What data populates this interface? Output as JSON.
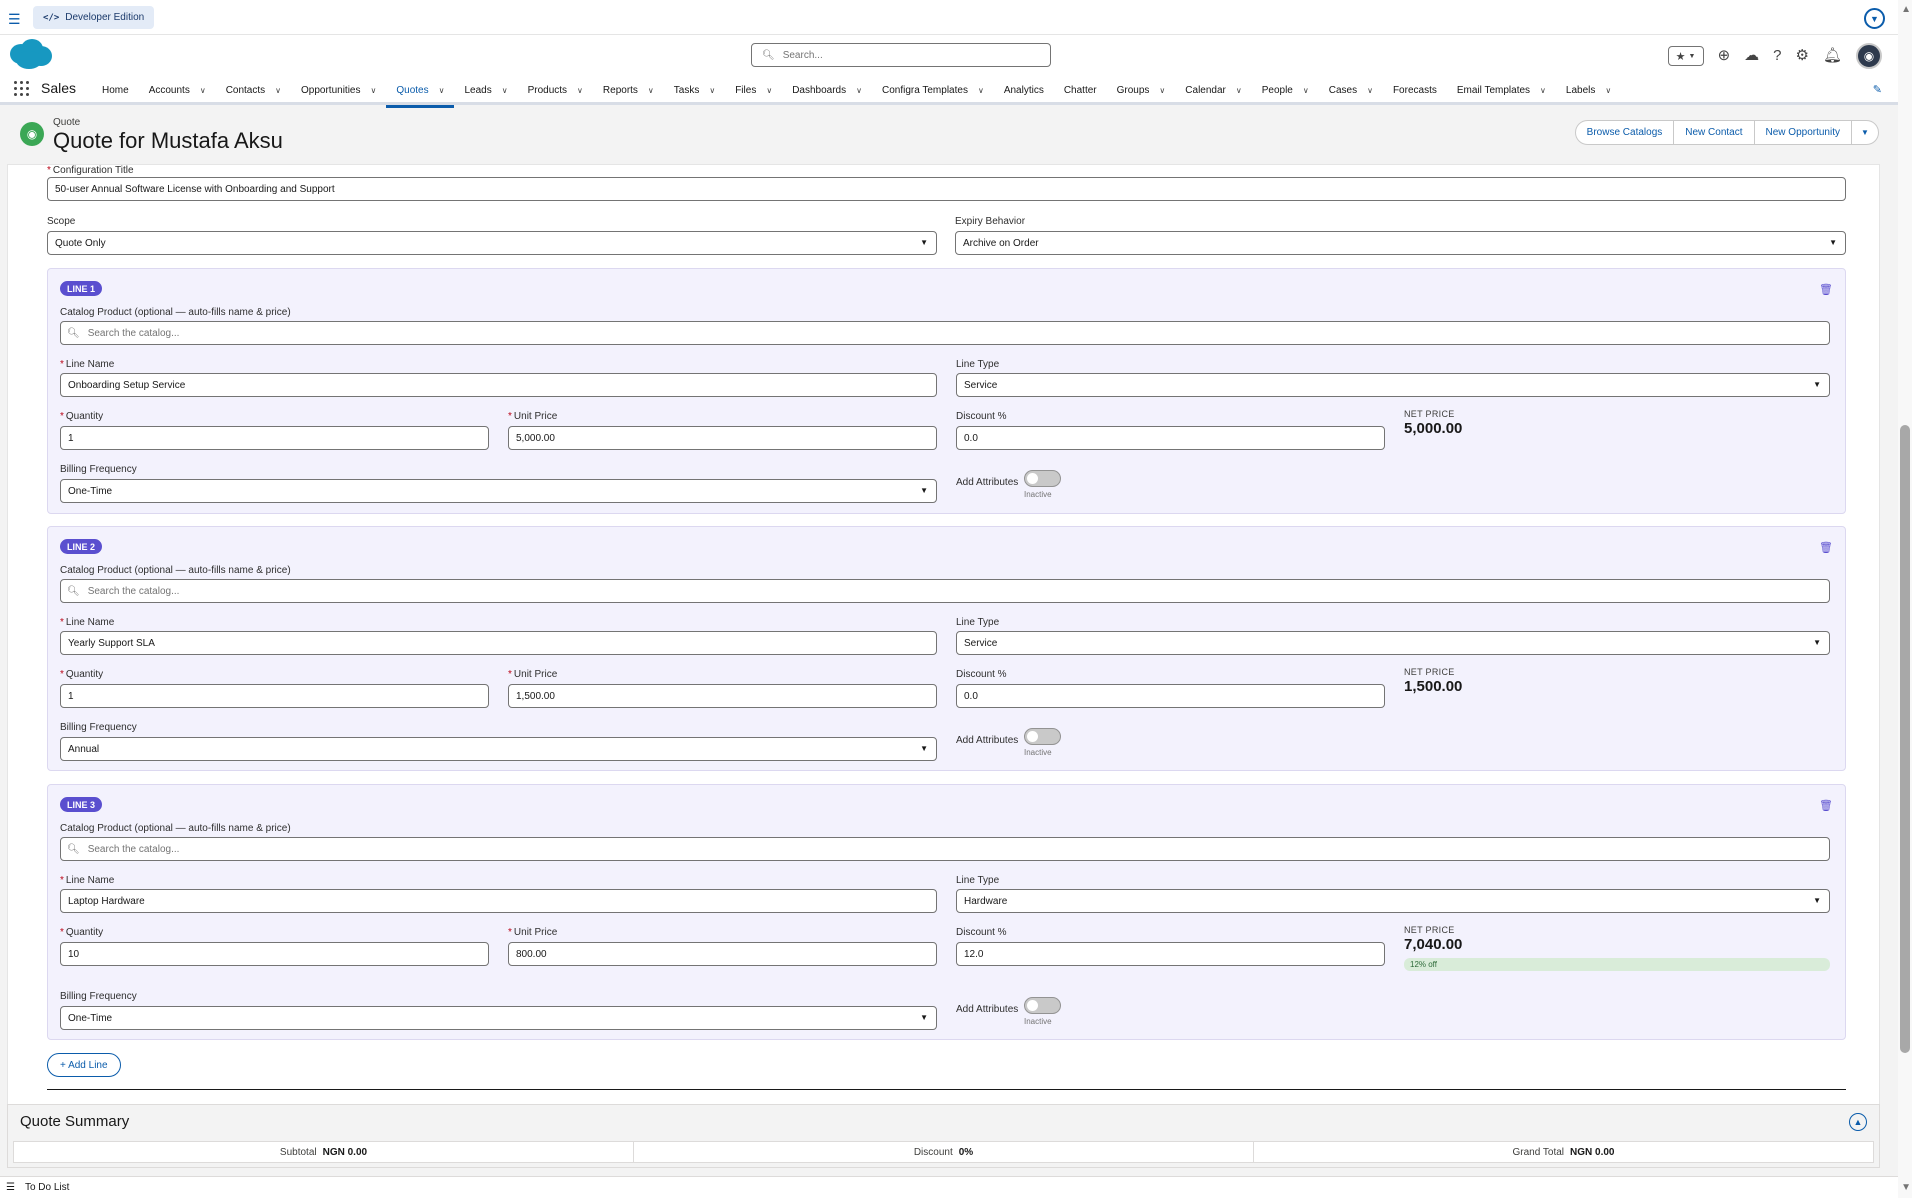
{
  "devbar": {
    "edition_label": "Developer Edition"
  },
  "header": {
    "search_placeholder": "Search..."
  },
  "nav": {
    "app_name": "Sales",
    "tabs": [
      {
        "label": "Home",
        "dropdown": false
      },
      {
        "label": "Accounts",
        "dropdown": true
      },
      {
        "label": "Contacts",
        "dropdown": true
      },
      {
        "label": "Opportunities",
        "dropdown": true
      },
      {
        "label": "Quotes",
        "dropdown": true,
        "active": true
      },
      {
        "label": "Leads",
        "dropdown": true
      },
      {
        "label": "Products",
        "dropdown": true
      },
      {
        "label": "Reports",
        "dropdown": true
      },
      {
        "label": "Tasks",
        "dropdown": true
      },
      {
        "label": "Files",
        "dropdown": true
      },
      {
        "label": "Dashboards",
        "dropdown": true
      },
      {
        "label": "Configra Templates",
        "dropdown": true
      },
      {
        "label": "Analytics",
        "dropdown": false
      },
      {
        "label": "Chatter",
        "dropdown": false
      },
      {
        "label": "Groups",
        "dropdown": true
      },
      {
        "label": "Calendar",
        "dropdown": true
      },
      {
        "label": "People",
        "dropdown": true
      },
      {
        "label": "Cases",
        "dropdown": true
      },
      {
        "label": "Forecasts",
        "dropdown": false
      },
      {
        "label": "Email Templates",
        "dropdown": true
      },
      {
        "label": "Labels",
        "dropdown": true
      }
    ]
  },
  "record": {
    "object_label": "Quote",
    "title": "Quote for Mustafa Aksu",
    "actions": [
      "Browse Catalogs",
      "New Contact",
      "New Opportunity"
    ]
  },
  "form": {
    "config_title_label": "Configuration Title",
    "config_title_value": "50-user Annual Software License with Onboarding and Support",
    "scope_label": "Scope",
    "scope_value": "Quote Only",
    "expiry_label": "Expiry Behavior",
    "expiry_value": "Archive on Order"
  },
  "labels": {
    "catalog": "Catalog Product (optional — auto-fills name & price)",
    "catalog_placeholder": "Search the catalog...",
    "line_name": "Line Name",
    "line_type": "Line Type",
    "quantity": "Quantity",
    "unit_price": "Unit Price",
    "discount": "Discount %",
    "net_price": "NET PRICE",
    "billing": "Billing Frequency",
    "add_attributes": "Add Attributes",
    "inactive": "Inactive"
  },
  "lines": [
    {
      "badge": "LINE 1",
      "name": "Onboarding Setup Service",
      "type": "Service",
      "quantity": "1",
      "unit_price": "5,000.00",
      "discount": "0.0",
      "net_price": "5,000.00",
      "billing": "One-Time"
    },
    {
      "badge": "LINE 2",
      "name": "Yearly Support SLA",
      "type": "Service",
      "quantity": "1",
      "unit_price": "1,500.00",
      "discount": "0.0",
      "net_price": "1,500.00",
      "billing": "Annual"
    },
    {
      "badge": "LINE 3",
      "name": "Laptop Hardware",
      "type": "Hardware",
      "quantity": "10",
      "unit_price": "800.00",
      "discount": "12.0",
      "net_price": "7,040.00",
      "off_label": "12% off",
      "billing": "One-Time"
    }
  ],
  "add_line_label": "+ Add Line",
  "summary": {
    "title": "Quote Summary",
    "subtotal_label": "Subtotal",
    "subtotal_value": "NGN 0.00",
    "discount_label": "Discount",
    "discount_value": "0%",
    "grand_total_label": "Grand Total",
    "grand_total_value": "NGN 0.00"
  },
  "utility": {
    "todo_label": "To Do List"
  },
  "colors": {
    "brand": "#0b5cab",
    "line_badge": "#5a4fcf",
    "line_bg": "#f3f2fd",
    "quote_icon": "#3ba755"
  }
}
